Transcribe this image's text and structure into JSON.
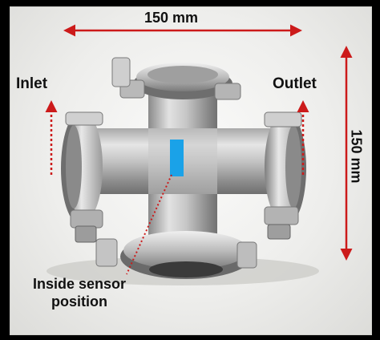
{
  "annotations": {
    "width": "150 mm",
    "height": "150 mm",
    "inlet": "Inlet",
    "outlet": "Outlet",
    "sensor_line1": "Inside sensor",
    "sensor_line2": "position"
  },
  "colors": {
    "arrow": "#cc1a1a",
    "sensor_marker": "#1aa2e8",
    "background": "#000000",
    "steel_light": "#e4e4e4",
    "steel_dark": "#8a8a8a"
  }
}
